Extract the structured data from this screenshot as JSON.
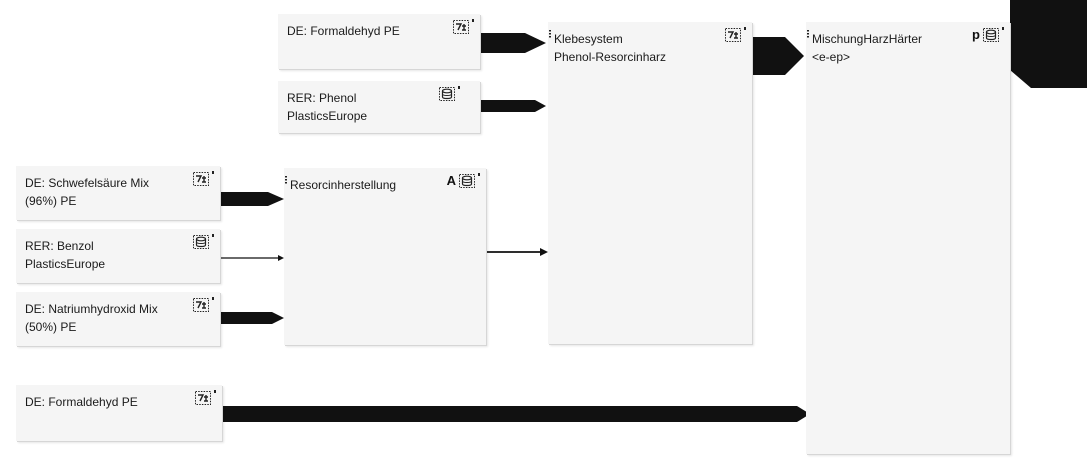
{
  "diagram": {
    "boxes": [
      {
        "id": "formaldehyd-top",
        "label": "DE: Formaldehyd PE",
        "icon": "process-plan-icon"
      },
      {
        "id": "phenol",
        "label": "RER: Phenol\nPlasticsEurope",
        "icon": "database-icon"
      },
      {
        "id": "klebesystem",
        "label": "Klebesystem\nPhenol-Resorcinharz",
        "icon": "process-plan-icon"
      },
      {
        "id": "mischung",
        "label": "MischungHarzHärter\n<e-ep>",
        "badge": "p",
        "icon": "database-icon"
      },
      {
        "id": "schwefelsaeure",
        "label": "DE: Schwefelsäure Mix\n(96%) PE",
        "icon": "process-plan-icon"
      },
      {
        "id": "benzol",
        "label": "RER: Benzol\nPlasticsEurope",
        "icon": "database-icon"
      },
      {
        "id": "natriumhydroxid",
        "label": "DE: Natriumhydroxid Mix\n(50%) PE",
        "icon": "process-plan-icon"
      },
      {
        "id": "resorcin",
        "label": "Resorcinherstellung",
        "badge": "A",
        "icon": "database-icon"
      },
      {
        "id": "formaldehyd-bottom",
        "label": "DE: Formaldehyd PE",
        "icon": "process-plan-icon"
      }
    ]
  },
  "colors": {
    "box_fill": "#f5f5f5",
    "flow_arrow": "#111111",
    "text": "#1a1a1a",
    "background": "#ffffff"
  }
}
